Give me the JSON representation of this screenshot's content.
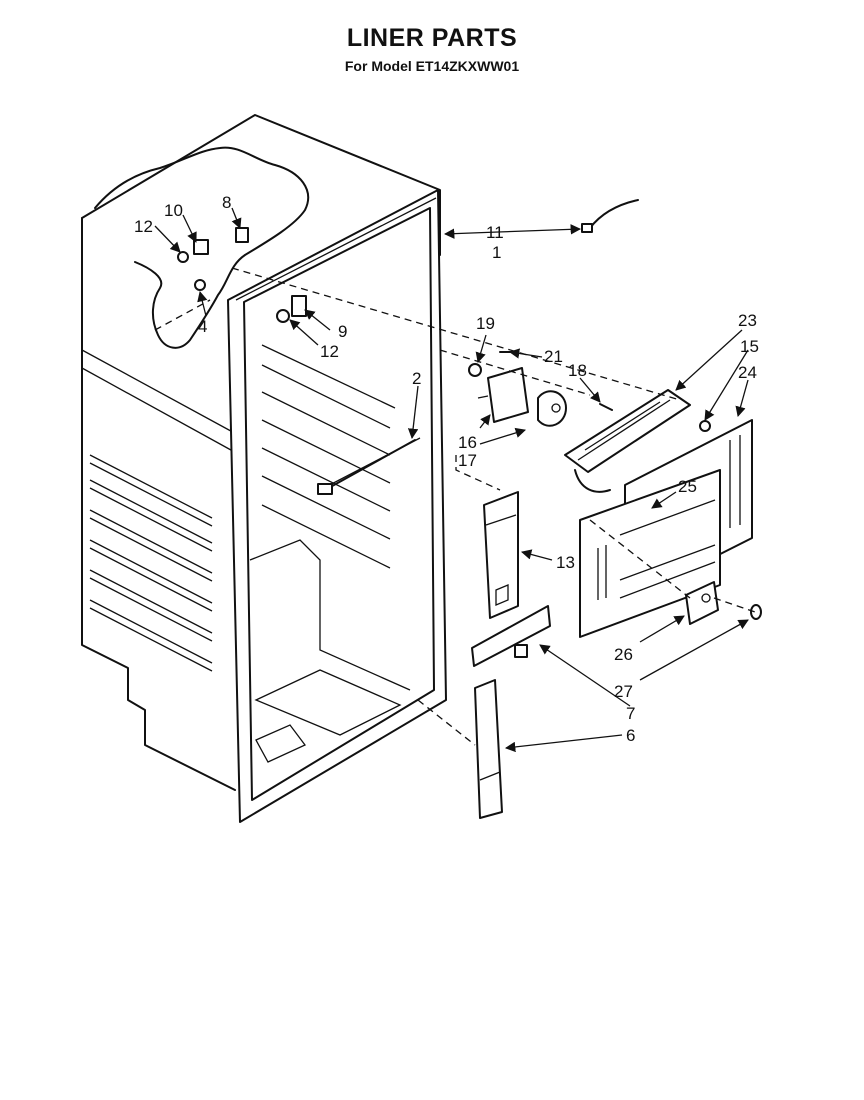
{
  "title": "LINER PARTS",
  "subtitle": "For Model ET14ZKXWW01",
  "callouts": {
    "c1": "1",
    "c2": "2",
    "c4": "4",
    "c6": "6",
    "c7": "7",
    "c8": "8",
    "c9": "9",
    "c10": "10",
    "c11": "11",
    "c12a": "12",
    "c12b": "12",
    "c13": "13",
    "c15": "15",
    "c16": "16",
    "c17": "17",
    "c18": "18",
    "c19": "19",
    "c21": "21",
    "c23": "23",
    "c24": "24",
    "c25": "25",
    "c26": "26",
    "c27": "27"
  }
}
